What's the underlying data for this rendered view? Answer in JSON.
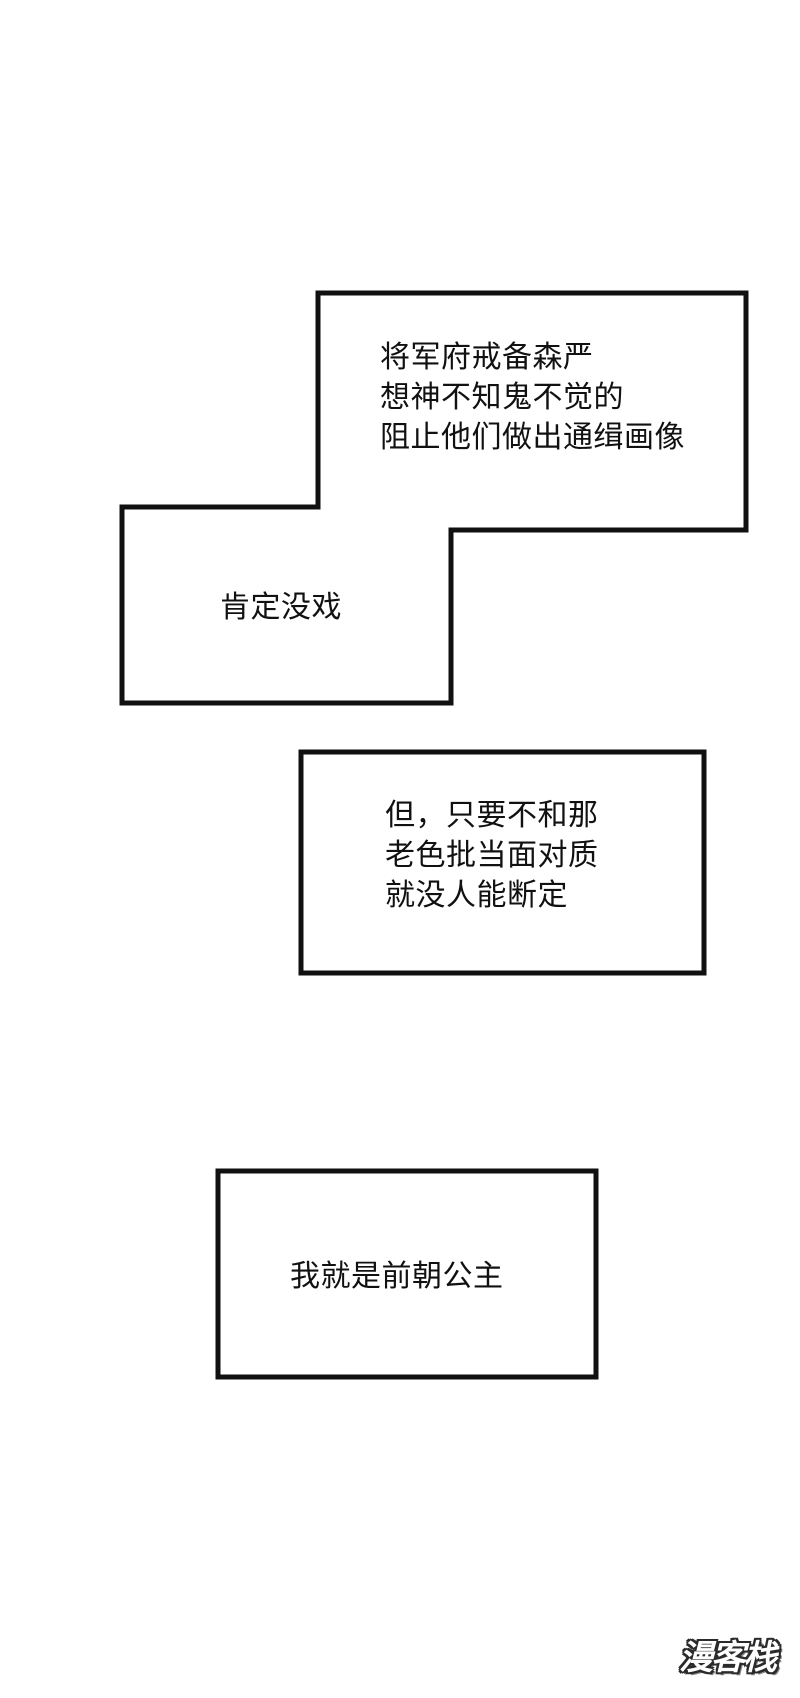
{
  "panels": [
    {
      "id": "caption-box-1",
      "lines": [
        "将军府戒备森严",
        "想神不知鬼不觉的",
        "阻止他们做出通缉画像"
      ]
    },
    {
      "id": "caption-box-2",
      "lines": [
        "肯定没戏"
      ]
    },
    {
      "id": "caption-box-3",
      "lines": [
        "但，只要不和那",
        "老色批当面对质",
        "就没人能断定"
      ]
    },
    {
      "id": "caption-box-4",
      "lines": [
        "我就是前朝公主"
      ]
    }
  ],
  "watermark": {
    "text": "漫客栈"
  },
  "colors": {
    "background": "#ffffff",
    "border": "#111111",
    "text": "#111111"
  }
}
